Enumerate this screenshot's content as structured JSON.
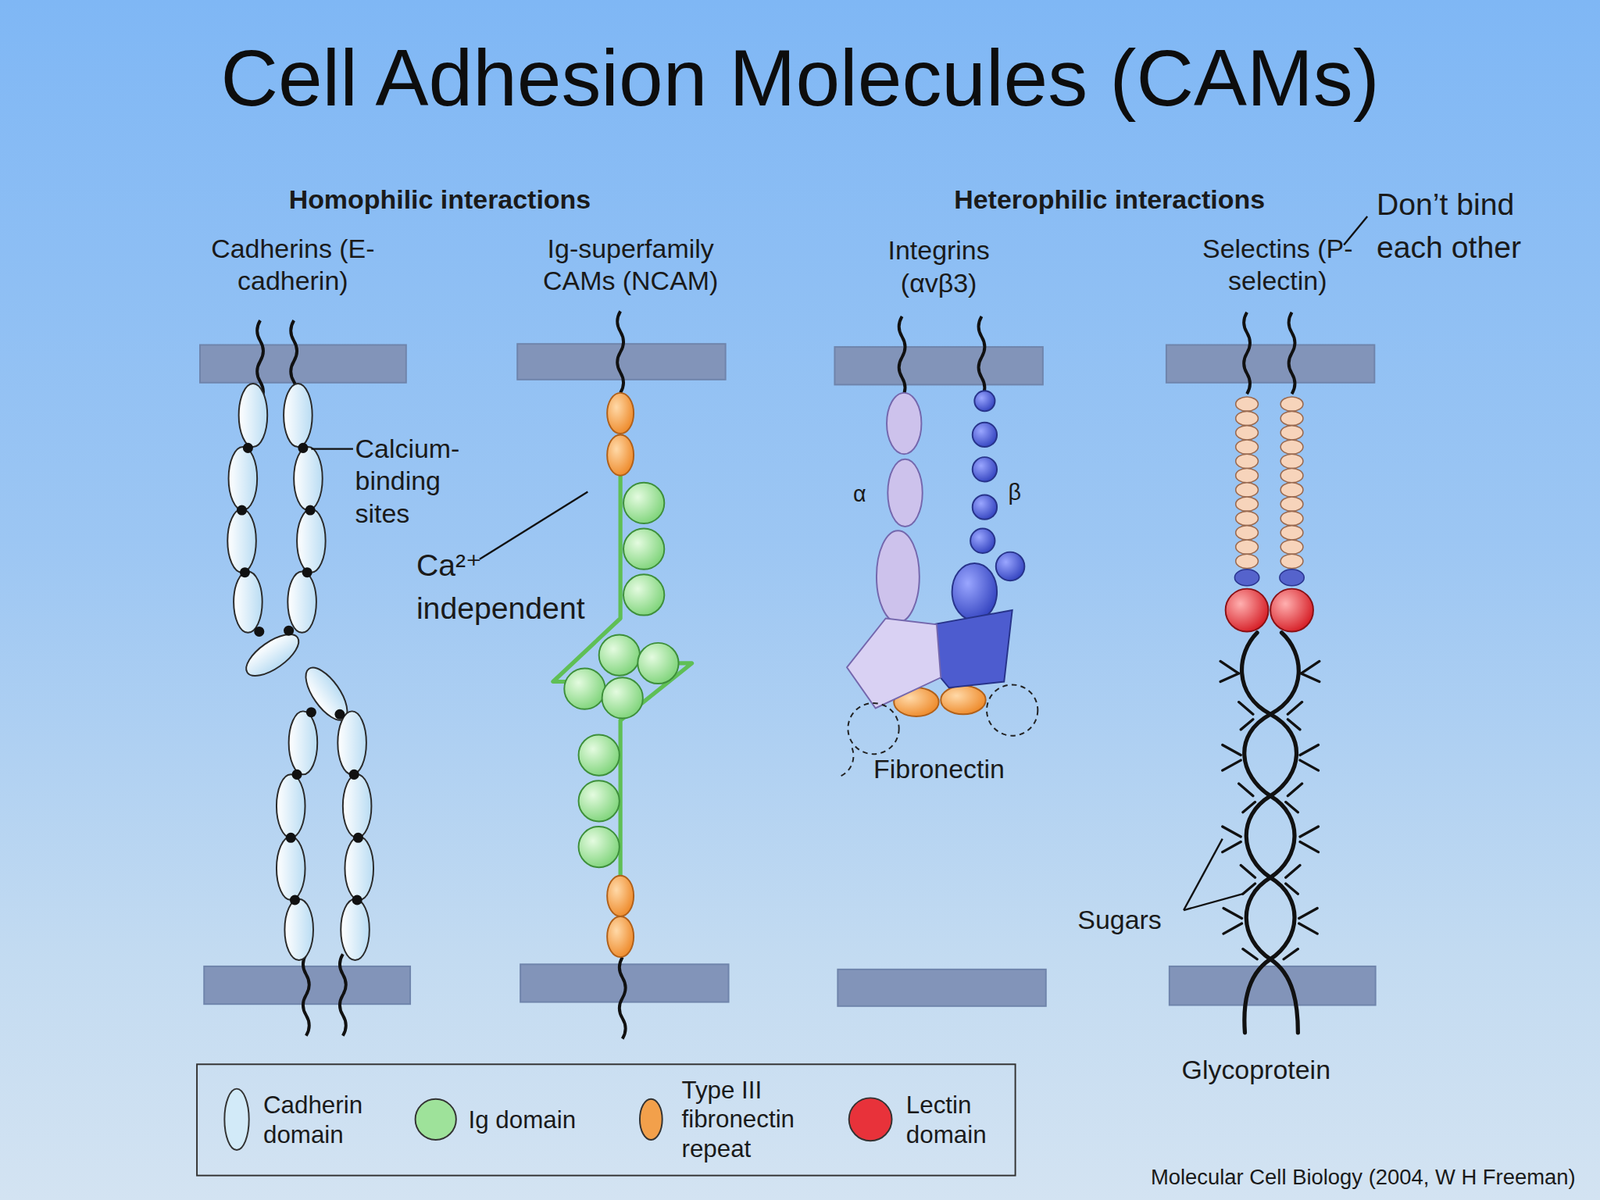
{
  "diagram": {
    "title": "Cell Adhesion Molecules (CAMs)",
    "caption": "Molecular Cell Biology (2004, W H Freeman)",
    "labels": [
      "Homophilic interactions",
      "Heterophilic interactions",
      "Cadherins (E-cadherin)",
      "Ig-superfamily CAMs (NCAM)",
      "Integrins (αvβ3)",
      "Selectins (P-selectin)",
      "Don’t bind each other",
      "Calcium-binding sites",
      "Ca²⁺ independent",
      "α",
      "β",
      "Fibronectin",
      "Sugars",
      "Glycoprotein"
    ],
    "legend": [
      {
        "text": "Cadherin domain",
        "color": "#d2eaf8"
      },
      {
        "text": "Ig domain",
        "color": "#9ee29a"
      },
      {
        "text": "Type III fibronectin repeat",
        "color": "#f2a04b"
      },
      {
        "text": "Lectin domain",
        "color": "#e8323a"
      }
    ]
  }
}
